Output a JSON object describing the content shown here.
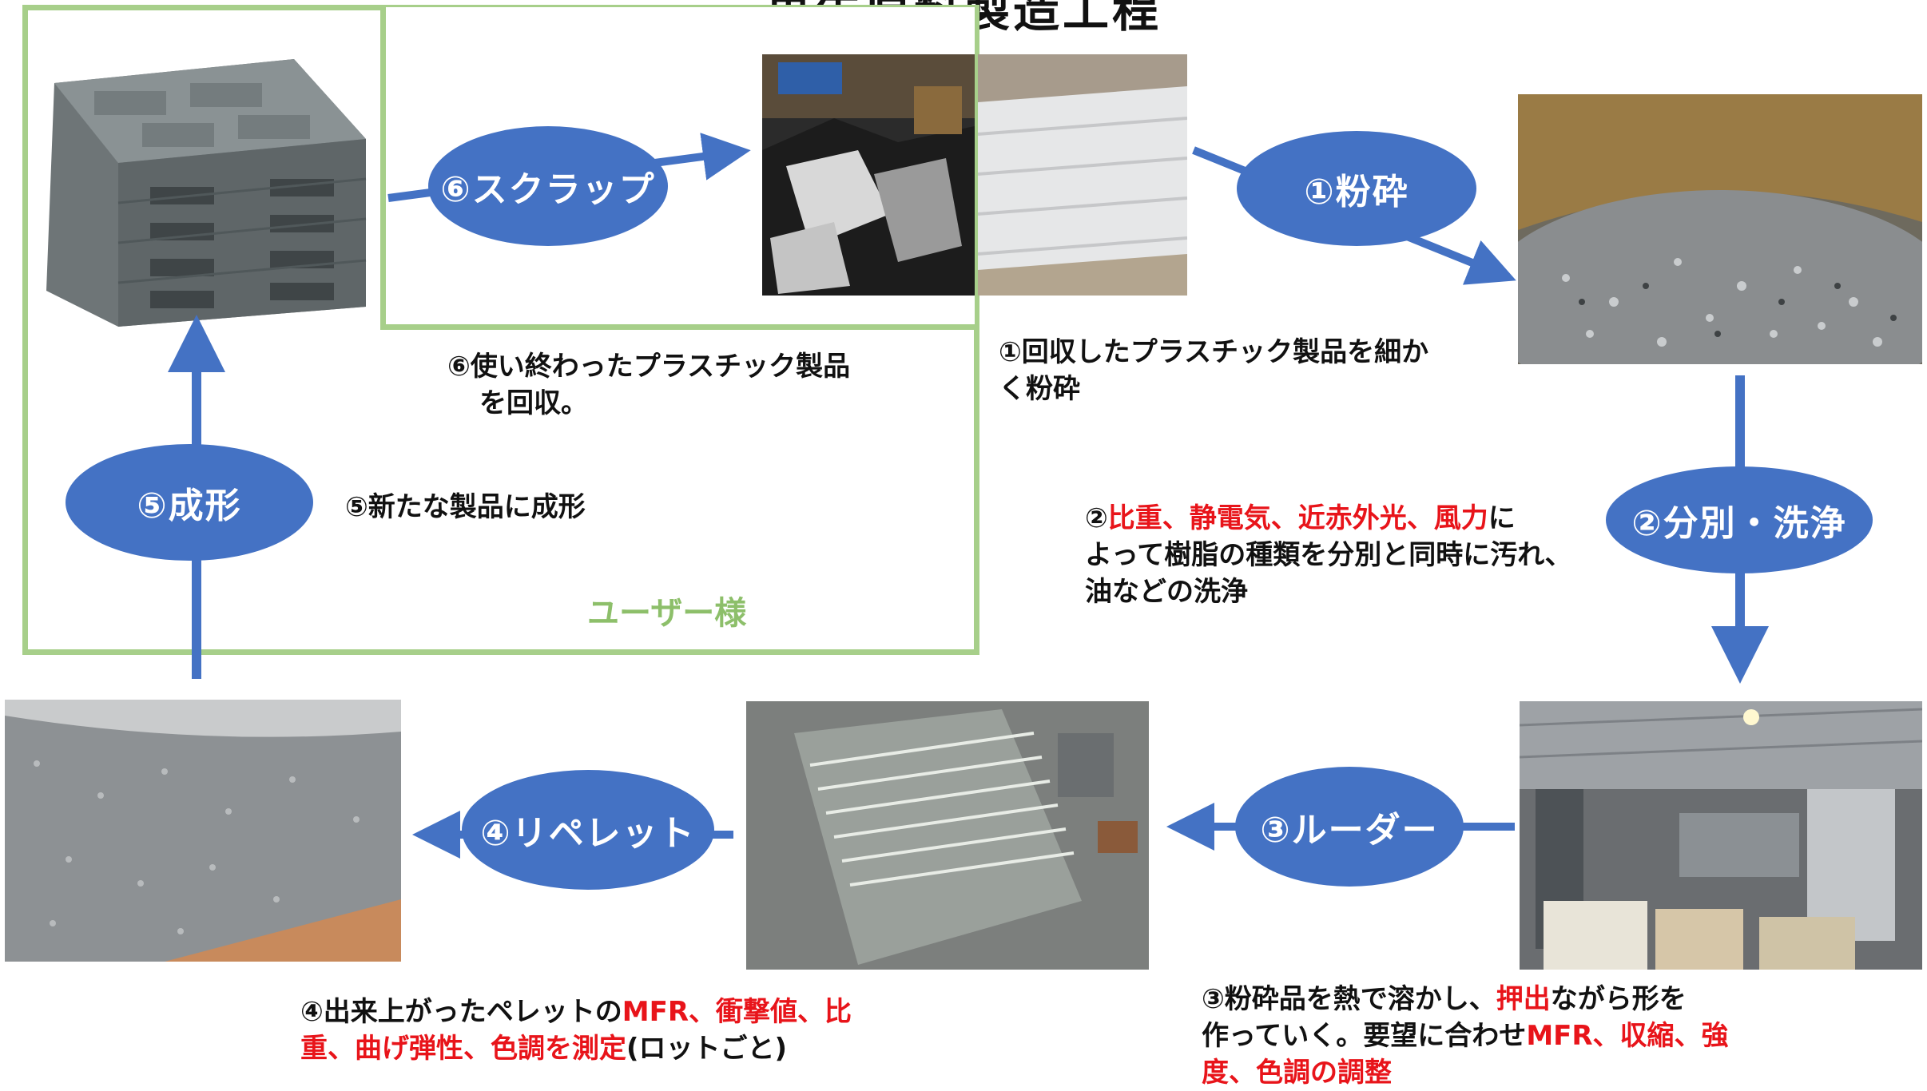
{
  "title": "再生原料製造工程",
  "user_label": "ユーザー様",
  "steps": {
    "scrap": "⑥スクラップ",
    "crush": "①粉砕",
    "sort": "②分別・洗浄",
    "extrude": "③ルーダー",
    "repellet": "④リペレット",
    "mold": "⑤成形"
  },
  "descriptions": {
    "d6_line1": "⑥使い終わったプラスチック製品",
    "d6_line2": "を回収。",
    "d1_line1": "①回収したプラスチック製品を細か",
    "d1_line2": "く粉砕",
    "d5": "⑤新たな製品に成形",
    "d2_prefix": "②",
    "d2_red": "比重、静電気、近赤外光、風力",
    "d2_suffix": "に",
    "d2_line2": "よって樹脂の種類を分別と同時に汚れ、",
    "d2_line3": "油などの洗浄",
    "d3_prefix": "③粉砕品を熱で溶かし、",
    "d3_red1": "押出",
    "d3_suffix": "ながら形を",
    "d3_line2_prefix": "作っていく。要望に合わせ",
    "d3_line2_red": "MFR、収縮、強",
    "d3_line3_red": "度、色調の調整",
    "d4_prefix": "④出来上がったペレットの",
    "d4_red1": "MFR、衝撃値、比",
    "d4_line2_red": "重、曲げ弾性、色調を測定",
    "d4_line2_suffix": "(ロットごと)"
  },
  "colors": {
    "ellipse": "#4472c4",
    "arrow": "#4472c4",
    "user_box": "#a7cf8a",
    "highlight": "#e8141a"
  },
  "photos": [
    "plastic-pallets-photo",
    "scrap-pile-photo",
    "scrap-sheets-photo",
    "crushed-flakes-photo",
    "factory-photo",
    "extruder-photo",
    "pellets-photo"
  ]
}
